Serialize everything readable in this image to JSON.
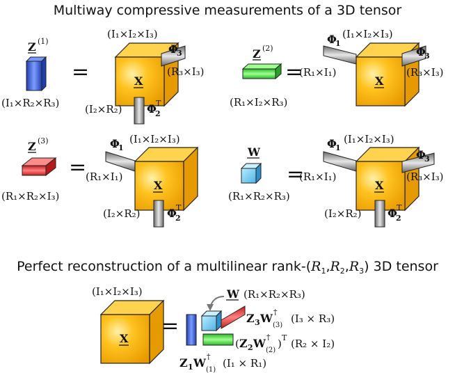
{
  "titles": {
    "top": "Multiway compressive measurements of a 3D tensor",
    "bottom_pre": "Perfect reconstruction of a multilinear rank-(",
    "bottom_r1": "R",
    "bottom_r1_sub": "1",
    "bottom_r2": "R",
    "bottom_r2_sub": "2",
    "bottom_r3": "R",
    "bottom_r3_sub": "3",
    "bottom_post": ") 3D tensor"
  },
  "symbols": {
    "X": "X",
    "Z": "Z",
    "W": "W",
    "Phi": "Φ",
    "equals": "=",
    "sup1": "(1)",
    "sup2": "(2)",
    "sup3": "(3)",
    "sub1": "1",
    "sub2": "2",
    "sub3": "3",
    "T": "T",
    "dagger": "†",
    "dag_sub1": "(1)",
    "dag_sub2": "(2)",
    "dag_sub3": "(3)",
    "lparen": "(",
    "rparen": ")"
  },
  "dims": {
    "I1I2I3": "(I₁×I₂×I₃)",
    "I1R2R3": "(I₁×R₂×R₃)",
    "R1I2R3": "(R₁×I₂×R₃)",
    "R1R2I3": "(R₁×R₂×I₃)",
    "R1R2R3": "(R₁×R₂×R₃)",
    "R3I3": "(R₃×I₃)",
    "I2R2": "(I₂×R₂)",
    "R1I1": "(R₁×I₁)",
    "I3xR3": "(I₃ × R₃)",
    "R2xI2": "(R₂ × I₂)",
    "I1xR1": "(I₁ × R₁)"
  },
  "colors": {
    "cube_yellow": "#f7b500",
    "blue": "#3a5fd0",
    "green": "#3fd23a",
    "red": "#e23b3b",
    "light_blue": "#6cc6ef",
    "gray": "#8c8c8c"
  }
}
